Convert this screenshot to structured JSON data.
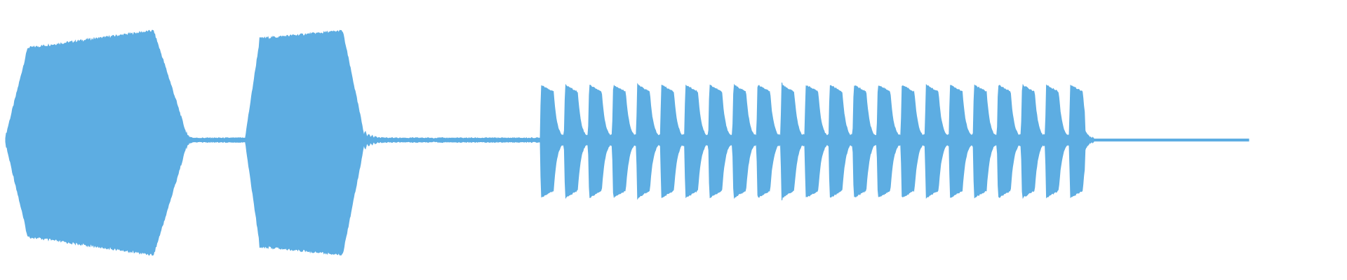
{
  "waveform": {
    "color": "#5dade2",
    "background": "#ffffff",
    "amplitude_scale": 1.0,
    "segments": [
      {
        "kind": "burst",
        "start": 0.0,
        "end": 0.145,
        "peak": 0.85,
        "shape": "swell"
      },
      {
        "kind": "silence",
        "start": 0.145,
        "end": 0.193
      },
      {
        "kind": "burst",
        "start": 0.193,
        "end": 0.288,
        "peak": 0.83,
        "shape": "flat"
      },
      {
        "kind": "silence",
        "start": 0.288,
        "end": 0.43
      },
      {
        "kind": "pulse-train",
        "start": 0.43,
        "end": 0.875,
        "pulses": 23,
        "peak": 0.41
      }
    ]
  }
}
